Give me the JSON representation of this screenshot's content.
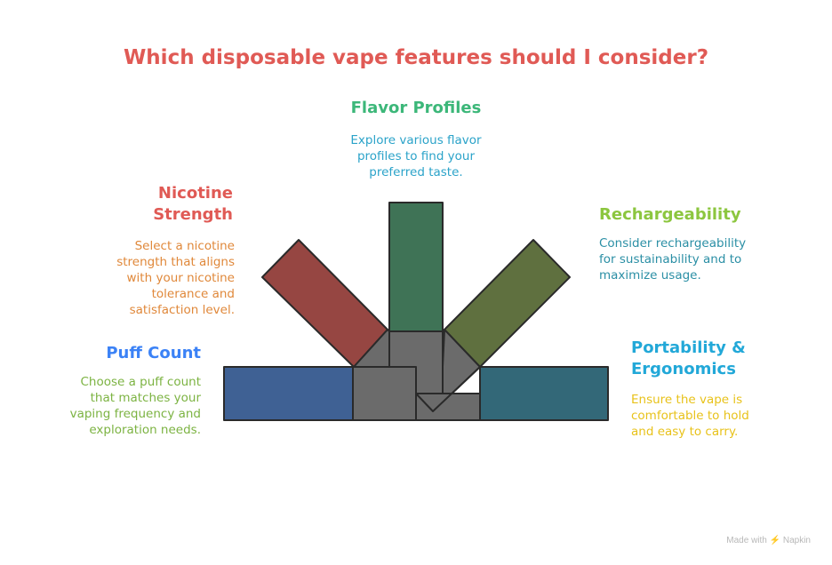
{
  "title": "Which disposable vape features should I consider?",
  "features": {
    "flavor": {
      "label": "Flavor Profiles",
      "description": "Explore various flavor profiles to find your preferred taste.",
      "label_color": "#3cb779",
      "desc_color": "#2ba3c9",
      "bar_color": "#3f7356"
    },
    "nicotine": {
      "label": "Nicotine Strength",
      "description": "Select a nicotine strength that aligns with your nicotine tolerance and satisfaction level.",
      "label_color": "#e05a55",
      "desc_color": "#e0883a",
      "bar_color": "#964642"
    },
    "rechargeability": {
      "label": "Rechargeability",
      "description": "Consider rechargeability for sustainability and to maximize usage.",
      "label_color": "#8cc63f",
      "desc_color": "#2b8fa5",
      "bar_color": "#5f703f"
    },
    "puff": {
      "label": "Puff Count",
      "description": "Choose a puff count that matches your vaping frequency and exploration needs.",
      "label_color": "#3b82f6",
      "desc_color": "#7cb342",
      "bar_color": "#3f6194"
    },
    "portability": {
      "label": "Portability & Ergonomics",
      "description": "Ensure the vape is comfortable to hold and easy to carry.",
      "label_color": "#22a8d8",
      "desc_color": "#e8c21a",
      "bar_color": "#336878"
    }
  },
  "hub_color": "#6b6b6b",
  "footer": "Made with ⚡ Napkin"
}
